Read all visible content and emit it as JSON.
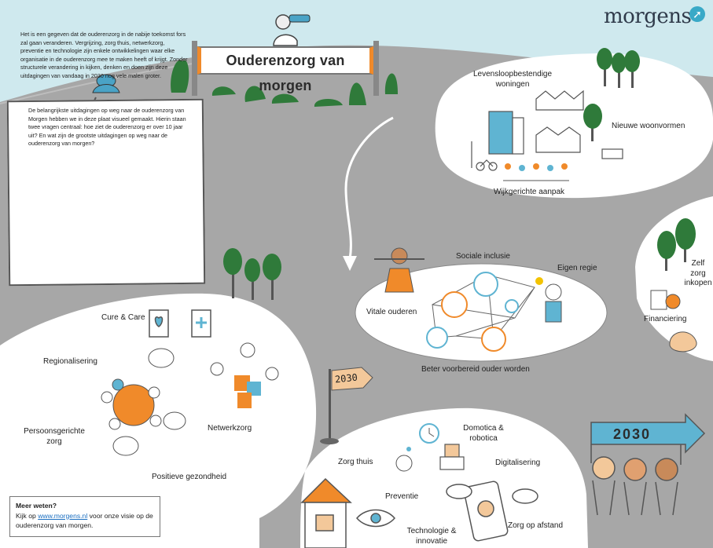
{
  "brand": {
    "name": "morgens"
  },
  "sign": {
    "title": "Ouderenzorg van morgen"
  },
  "intro": {
    "paragraph1": "Het is een gegeven dat de ouderenzorg in de nabije toekomst fors zal gaan veranderen. Vergrijzing, zorg thuis, netwerkzorg, preventie en technologie zijn enkele ontwikkelingen waar elke organisatie in de ouderenzorg mee te maken heeft of krijgt. Zonder structurele verandering in kijken, denken en doen zijn deze uitdagingen van vandaag in 2030 nog vele malen groter.",
    "paragraph2": "De belangrijkste uitdagingen op weg naar de ouderenzorg van Morgen hebben we in deze plaat visueel gemaakt. Hierin staan twee vragen centraal: hoe ziet de ouderenzorg er over 10 jaar uit? En wat zijn de grootste uitdagingen op weg naar de ouderenzorg van morgen?"
  },
  "topic_labels": {
    "levensloop": "Levensloopbestendige woningen",
    "nieuwe_woonvormen": "Nieuwe woonvormen",
    "wijkgericht": "Wijkgerichte aanpak",
    "sociale_inclusie": "Sociale inclusie",
    "eigen_regie": "Eigen regie",
    "vitale_ouderen": "Vitale ouderen",
    "beter_voorbereid": "Beter voorbereid ouder worden",
    "zelf_zorg_inkopen": "Zelf zorg inkopen",
    "financiering": "Financiering",
    "cure_care": "Cure & Care",
    "regionalisering": "Regionalisering",
    "netwerkzorg": "Netwerkzorg",
    "persoonsgerichte_zorg": "Persoonsgerichte zorg",
    "positieve_gezondheid": "Positieve gezondheid",
    "domotica": "Domotica & robotica",
    "zorg_thuis": "Zorg thuis",
    "digitalisering": "Digitalisering",
    "preventie": "Preventie",
    "technologie": "Technologie & innovatie",
    "zorg_op_afstand": "Zorg op afstand"
  },
  "signpost": {
    "year": "2030"
  },
  "banner": {
    "year": "2030"
  },
  "more_info": {
    "title": "Meer weten?",
    "prefix": "Kijk op ",
    "link": "www.morgens.nl",
    "suffix": " voor onze visie op de ouderenzorg van morgen."
  },
  "colors": {
    "sky": "#cfe9ee",
    "road": "#a6a6a6",
    "accent": "#f08a2a",
    "teal": "#5fb4d2",
    "tree": "#2f7a3a"
  }
}
